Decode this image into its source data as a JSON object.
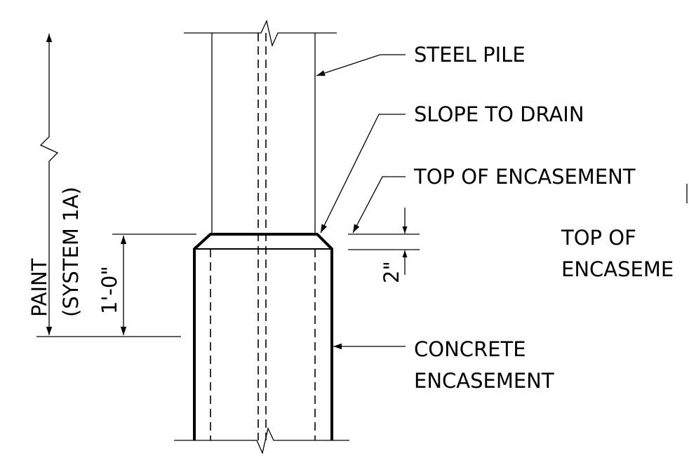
{
  "labels": {
    "steel_pile": "STEEL PILE",
    "slope_to_drain": "SLOPE TO DRAIN",
    "top_of_encasement": "TOP OF ENCASEMENT",
    "top_of_encasement_cut_line1": "TOP OF",
    "top_of_encasement_cut_line2": "ENCASEME",
    "concrete_encasement_line1": "CONCRETE",
    "concrete_encasement_line2": "ENCASEMENT",
    "paint_line1": "PAINT",
    "paint_line2": "(SYSTEM 1A)",
    "dim_one_foot": "1'-0\"",
    "dim_two_inch": "2\""
  }
}
